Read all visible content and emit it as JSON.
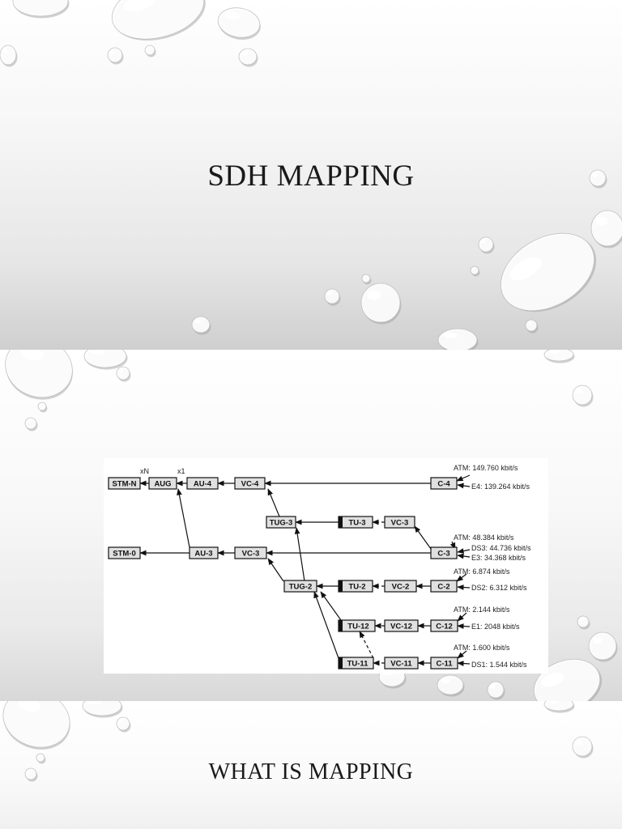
{
  "slides": [
    {
      "title": "SDH MAPPING"
    },
    {
      "diagram": {
        "multiplier_labels": [
          "xN",
          "x1"
        ],
        "nodes": {
          "stm_n": "STM-N",
          "aug": "AUG",
          "au4": "AU-4",
          "vc4_high": "VC-4",
          "c4": "C-4",
          "tug3": "TUG-3",
          "tu3": "TU-3",
          "vc3_low": "VC-3",
          "stm0": "STM-0",
          "au3": "AU-3",
          "vc3_high": "VC-3",
          "c3": "C-3",
          "tug2": "TUG-2",
          "tu2": "TU-2",
          "vc2": "VC-2",
          "c2": "C-2",
          "tu12": "TU-12",
          "vc12": "VC-12",
          "c12": "C-12",
          "tu11": "TU-11",
          "vc11": "VC-11",
          "c11": "C-11"
        },
        "rates": {
          "c4_atm": "ATM: 149.760 kbit/s",
          "c4_e4": "E4: 139.264 kbit/s",
          "c3_atm": "ATM: 48.384 kbit/s",
          "c3_ds3": "DS3: 44.736 kbit/s",
          "c3_e3": "E3:    34.368 kbit/s",
          "c2_atm": "ATM: 6.874 kbit/s",
          "c2_ds2": "DS2: 6.312 kbit/s",
          "c12_atm": "ATM: 2.144 kbit/s",
          "c12_e1": "E1: 2048 kbit/s",
          "c11_atm": "ATM: 1.600 kbit/s",
          "c11_ds1": "DS1: 1.544 kbit/s"
        }
      }
    },
    {
      "title": "WHAT IS MAPPING"
    }
  ],
  "decor": {
    "drop_color": "#ffffff",
    "drop_shadow": "#9a9a9a",
    "slide_separator": "#777777"
  }
}
